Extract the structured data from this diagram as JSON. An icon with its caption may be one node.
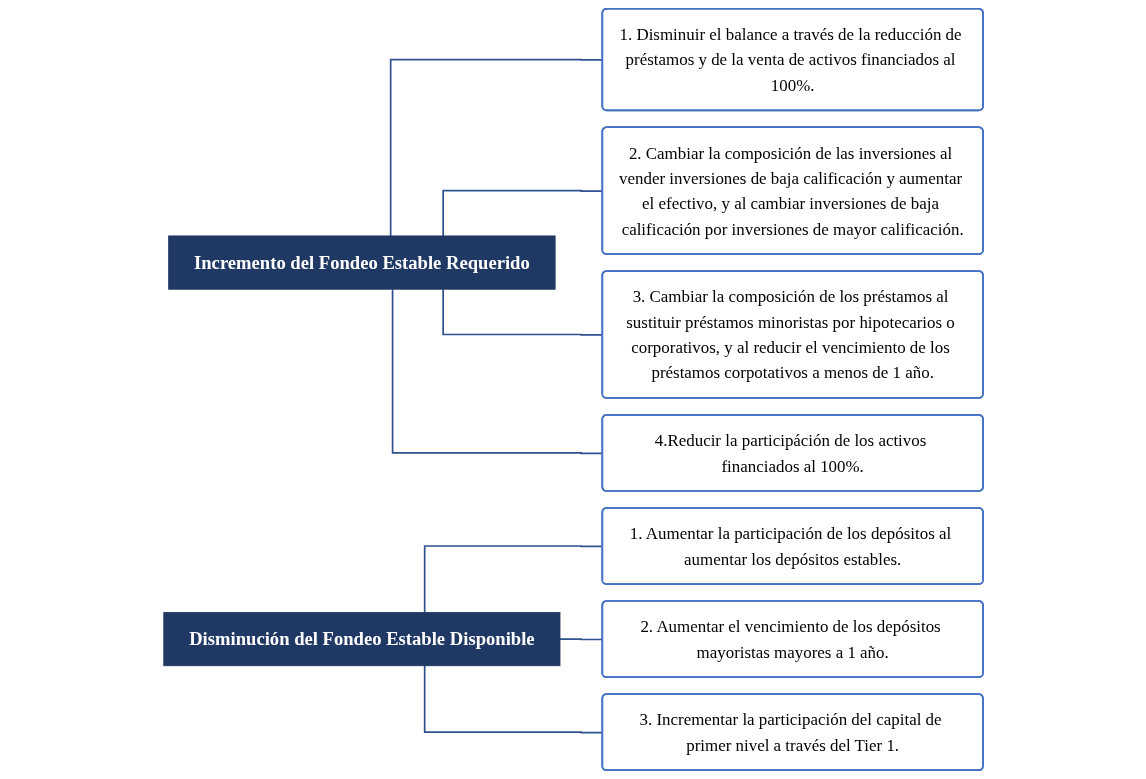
{
  "diagram": {
    "nodes": [
      {
        "text": [
          "Incremento del Fondeo Estable Requerido"
        ]
      },
      {
        "text": [
          "1. Disminuir el balance a través de la reducción de préstamos y de la venta de activos financiados al 100%."
        ]
      },
      {
        "text": [
          "2. Cambiar la composición de las inversiones al vender inversiones de baja calificación y aumentar el efectivo, y al cambiar inversiones de baja calificación por inversiones de mayor calificación."
        ]
      },
      {
        "text": [
          "3. Cambiar la composición de los préstamos al sustituir préstamos minoristas por hipotecarios o corporativos, y al reducir el vencimiento de los préstamos corpotativos a menos de 1 año."
        ]
      },
      {
        "text": [
          "4.Reducir la participáción de los activos financiados al 100%."
        ]
      },
      {
        "text": [
          "Disminución del Fondeo Estable Disponible"
        ]
      },
      {
        "text": [
          "1. Aumentar la participación de los depósitos al aumentar los depósitos estables."
        ]
      },
      {
        "text": [
          "2. Aumentar el vencimiento de los depósitos mayoristas mayores a 1 año."
        ]
      },
      {
        "text": [
          "3. Incrementar la participación del capital de primer nivel a través del Tier 1."
        ]
      }
    ],
    "edges": [
      {
        "from": 0,
        "to": 1,
        "arrow": "none"
      },
      {
        "from": 0,
        "to": 2,
        "arrow": "none"
      },
      {
        "from": 0,
        "to": 3,
        "arrow": "none"
      },
      {
        "from": 0,
        "to": 4,
        "arrow": "none"
      },
      {
        "from": 5,
        "to": 6,
        "arrow": "none"
      },
      {
        "from": 5,
        "to": 7,
        "arrow": "none"
      },
      {
        "from": 5,
        "to": 8,
        "arrow": "none"
      }
    ]
  }
}
